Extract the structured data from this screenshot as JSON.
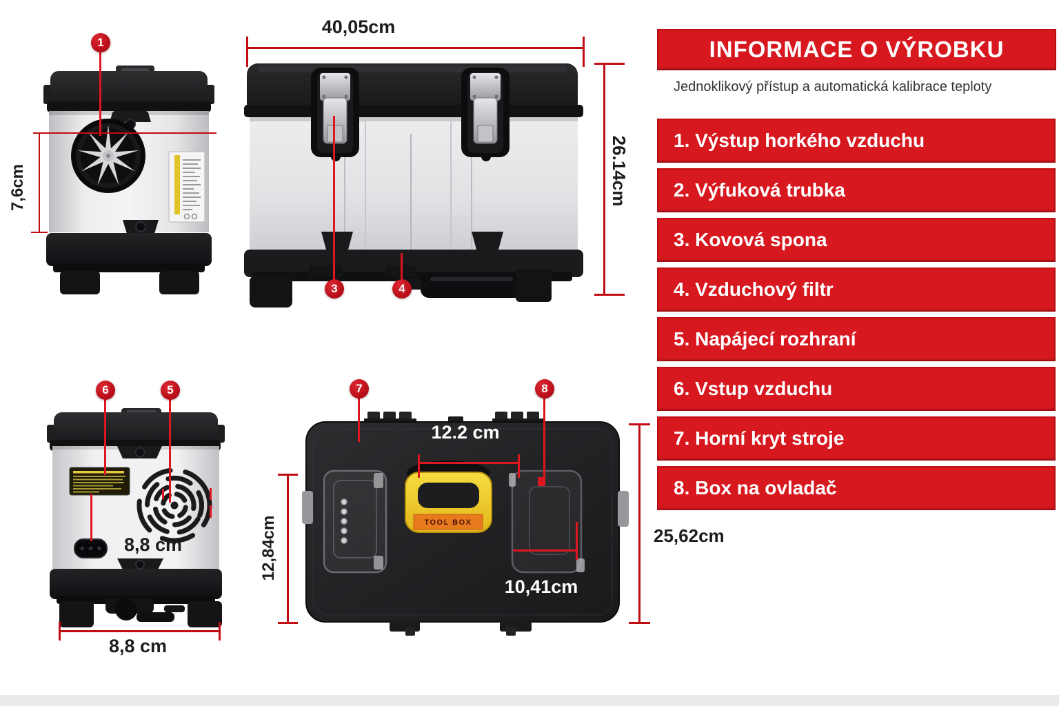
{
  "info_panel": {
    "title": "INFORMACE O VÝROBKU",
    "subtitle": "Jednoklikový přístup a automatická kalibrace teploty",
    "items": [
      "1. Výstup horkého vzduchu",
      "2. Výfuková trubka",
      "3. Kovová spona",
      "4. Vzduchový filtr",
      "5. Napájecí rozhraní",
      "6. Vstup vzduchu",
      "7. Horní kryt stroje",
      "8. Box na ovladač"
    ]
  },
  "callouts": {
    "hot_air_outlet": "1",
    "metal_clip": "3",
    "air_filter": "4",
    "power_interface": "5",
    "air_inlet": "6",
    "top_cover": "7",
    "controller_box": "8"
  },
  "dimensions": {
    "front_outlet_height": "7,6cm",
    "side_width": "40,05cm",
    "side_height": "26.14cm",
    "back_grille_width": "8,8 cm",
    "back_width": "8,8 cm",
    "top_handle_width": "12.2 cm",
    "top_depth": "12,84cm",
    "top_box_width": "10,41cm",
    "top_width": "25,62cm"
  },
  "product": {
    "handle_label": "TOOL BOX"
  },
  "colors": {
    "bar_red": "#d7181f",
    "badge_red": "#b30c17",
    "dim_line_red": "#c00d13",
    "leader_red": "#de1620",
    "handle_yellow": "#f2cd2a",
    "sticker_orange": "#e87a1e"
  }
}
